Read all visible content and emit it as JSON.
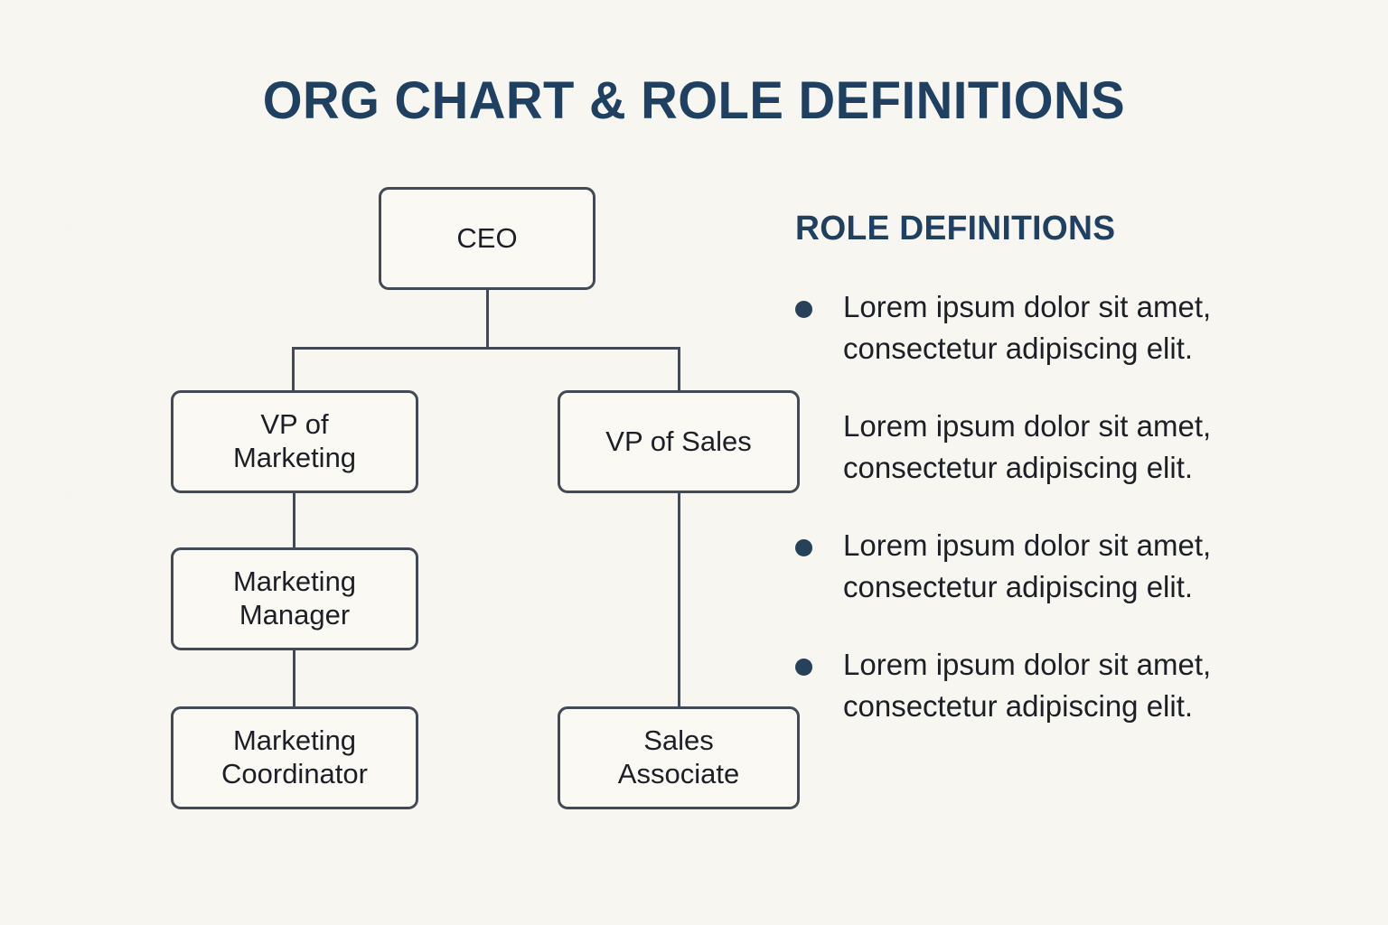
{
  "title": "ORG CHART & ROLE DEFINITIONS",
  "colors": {
    "background": "#f7f6f0",
    "heading_navy": "#1f4061",
    "bullet_navy": "#264158",
    "box_border": "#434a55",
    "box_fill": "#faf9f4",
    "body_text": "#1c1f26"
  },
  "org_chart": {
    "nodes": [
      {
        "id": "ceo",
        "label": "CEO"
      },
      {
        "id": "vp-marketing",
        "label": "VP of\nMarketing"
      },
      {
        "id": "marketing-manager",
        "label": "Marketing\nManager"
      },
      {
        "id": "marketing-coordinator",
        "label": "Marketing\nCoordinator"
      },
      {
        "id": "vp-sales",
        "label": "VP of Sales"
      },
      {
        "id": "sales-associate",
        "label": "Sales\nAssociate"
      }
    ],
    "edges": [
      {
        "from": "ceo",
        "to": "vp-marketing"
      },
      {
        "from": "ceo",
        "to": "vp-sales"
      },
      {
        "from": "vp-marketing",
        "to": "marketing-manager"
      },
      {
        "from": "marketing-manager",
        "to": "marketing-coordinator"
      },
      {
        "from": "vp-sales",
        "to": "sales-associate"
      }
    ]
  },
  "role_definitions": {
    "heading": "ROLE DEFINITIONS",
    "items": [
      {
        "bullet": true,
        "text": "Lorem ipsum dolor sit amet,\nconsectetur adipiscing elit."
      },
      {
        "bullet": false,
        "text": "Lorem ipsum dolor sit amet,\nconsectetur adipiscing elit."
      },
      {
        "bullet": true,
        "text": "Lorem ipsum dolor sit amet,\nconsectetur adipiscing elit."
      },
      {
        "bullet": true,
        "text": "Lorem ipsum dolor sit amet,\nconsectetur adipiscing elit."
      }
    ]
  }
}
